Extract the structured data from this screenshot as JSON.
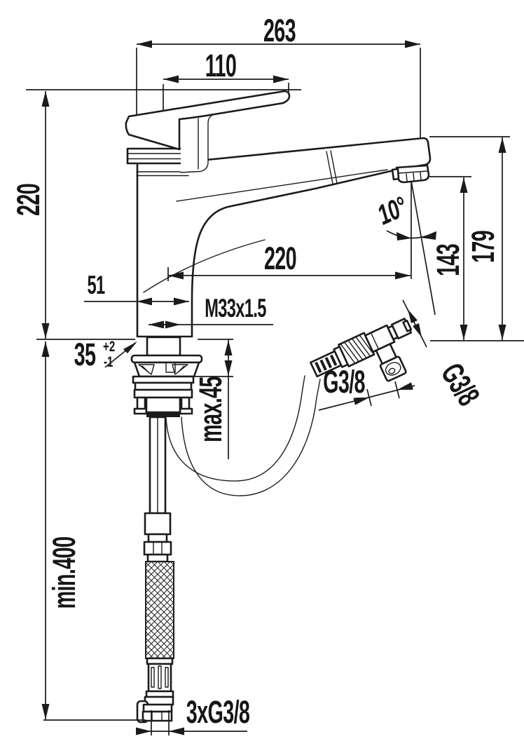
{
  "drawing": {
    "title": "kitchen-faucet-pullout-dimension-drawing",
    "colors": {
      "line": "#1b1b1b",
      "background": "#ffffff"
    },
    "labels": {
      "overall_depth": "263",
      "handle_length": "110",
      "height_above_counter": "220",
      "spout_reach": "220",
      "body_depth": "51",
      "shank_thread": "M33x1.5",
      "hole_diameter": "35",
      "hole_tol_plus": "+2",
      "hole_tol_minus": "-1",
      "max_deck_thickness": "max.45",
      "outlet_angle": "10°",
      "outlet_height": "143",
      "spout_top_height": "179",
      "side_hose_thread": "G3/8",
      "angled_hose_thread": "G3/8",
      "min_hose_length": "min.400",
      "bottom_connections": "3xG3/8"
    }
  }
}
